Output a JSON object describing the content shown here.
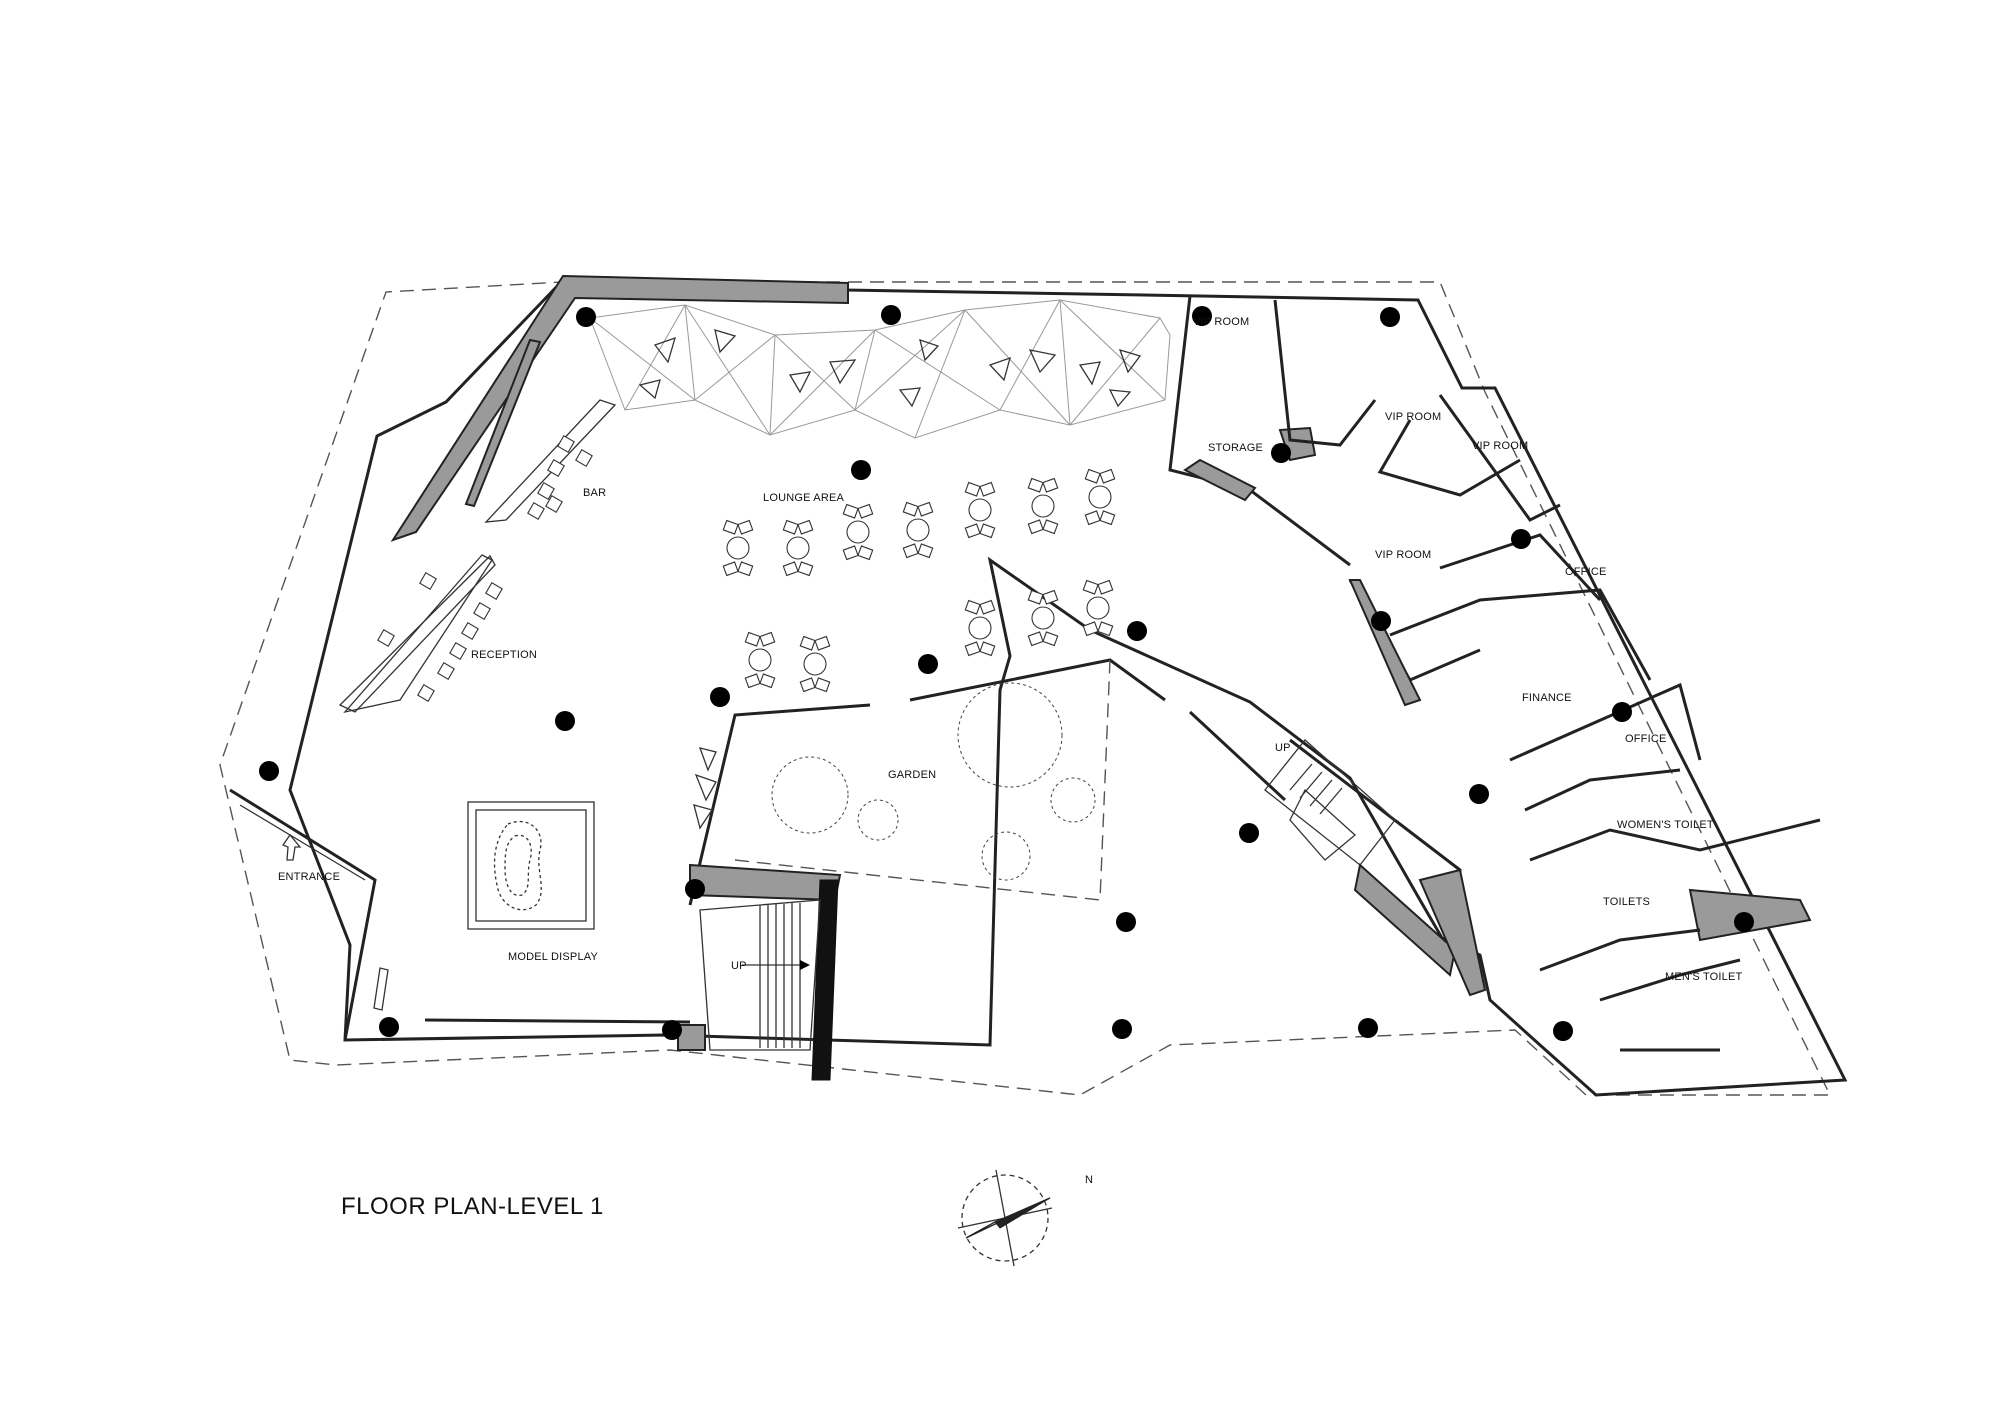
{
  "title": "FLOOR PLAN-LEVEL 1",
  "north_label": "N",
  "rooms": {
    "vip_room_1": "VIP ROOM",
    "vip_room_2": "VIP ROOM",
    "vip_room_3": "VIP ROOM",
    "vip_room_4": "VIP ROOM",
    "storage": "STORAGE",
    "office_1": "OFFICE",
    "office_2": "OFFICE",
    "finance": "FINANCE",
    "womens_toilet": "WOMEN'S TOILET",
    "toilets": "TOILETS",
    "mens_toilet": "MEN'S TOILET",
    "bar": "BAR",
    "lounge_area": "LOUNGE AREA",
    "reception": "RECEPTION",
    "garden": "GARDEN",
    "entrance": "ENTRANCE",
    "model_display": "MODEL DISPLAY",
    "up_main_stair": "UP",
    "up_east_stair": "UP"
  }
}
